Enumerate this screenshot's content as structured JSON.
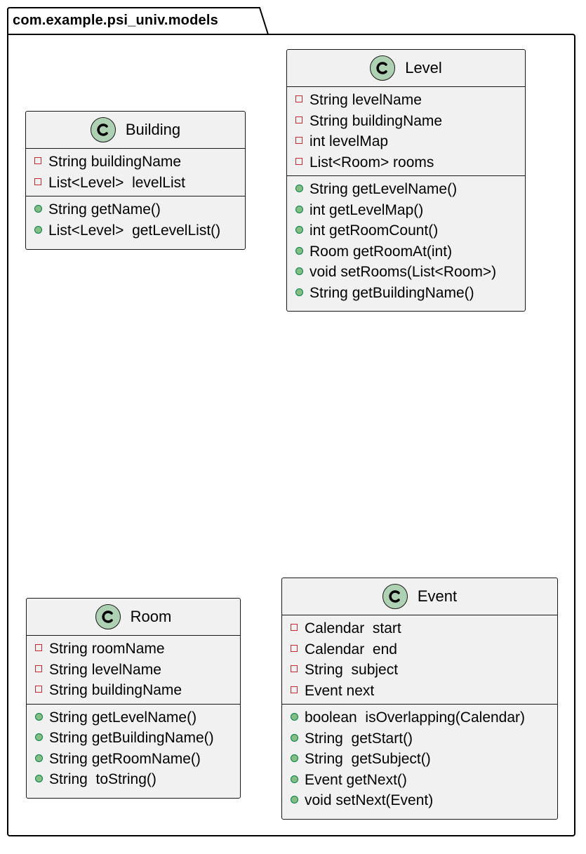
{
  "package": {
    "name": "com.example.psi_univ.models"
  },
  "colors": {
    "class_fill": "#f1f1f1",
    "class_icon_fill": "#add1b2",
    "private_marker": "#c82930",
    "public_marker_fill": "#84be84",
    "public_marker_border": "#038048"
  },
  "classes": {
    "building": {
      "name": "Building",
      "icon": "class-c-icon",
      "fields": [
        "String buildingName",
        "List<Level>  levelList"
      ],
      "methods": [
        "String getName()",
        "List<Level>  getLevelList()"
      ]
    },
    "level": {
      "name": "Level",
      "icon": "class-c-icon",
      "fields": [
        "String levelName",
        "String buildingName",
        "int levelMap",
        "List<Room> rooms"
      ],
      "methods": [
        "String getLevelName()",
        "int getLevelMap()",
        "int getRoomCount()",
        "Room getRoomAt(int)",
        "void setRooms(List<Room>)",
        "String getBuildingName()"
      ]
    },
    "room": {
      "name": "Room",
      "icon": "class-c-icon",
      "fields": [
        "String roomName",
        "String levelName",
        "String buildingName"
      ],
      "methods": [
        "String getLevelName()",
        "String getBuildingName()",
        "String getRoomName()",
        "String  toString()"
      ]
    },
    "event": {
      "name": "Event",
      "icon": "class-c-icon",
      "fields": [
        "Calendar  start",
        "Calendar  end",
        "String  subject",
        "Event next"
      ],
      "methods": [
        "boolean  isOverlapping(Calendar)",
        "String  getStart()",
        "String  getSubject()",
        "Event getNext()",
        "void setNext(Event)"
      ]
    }
  }
}
